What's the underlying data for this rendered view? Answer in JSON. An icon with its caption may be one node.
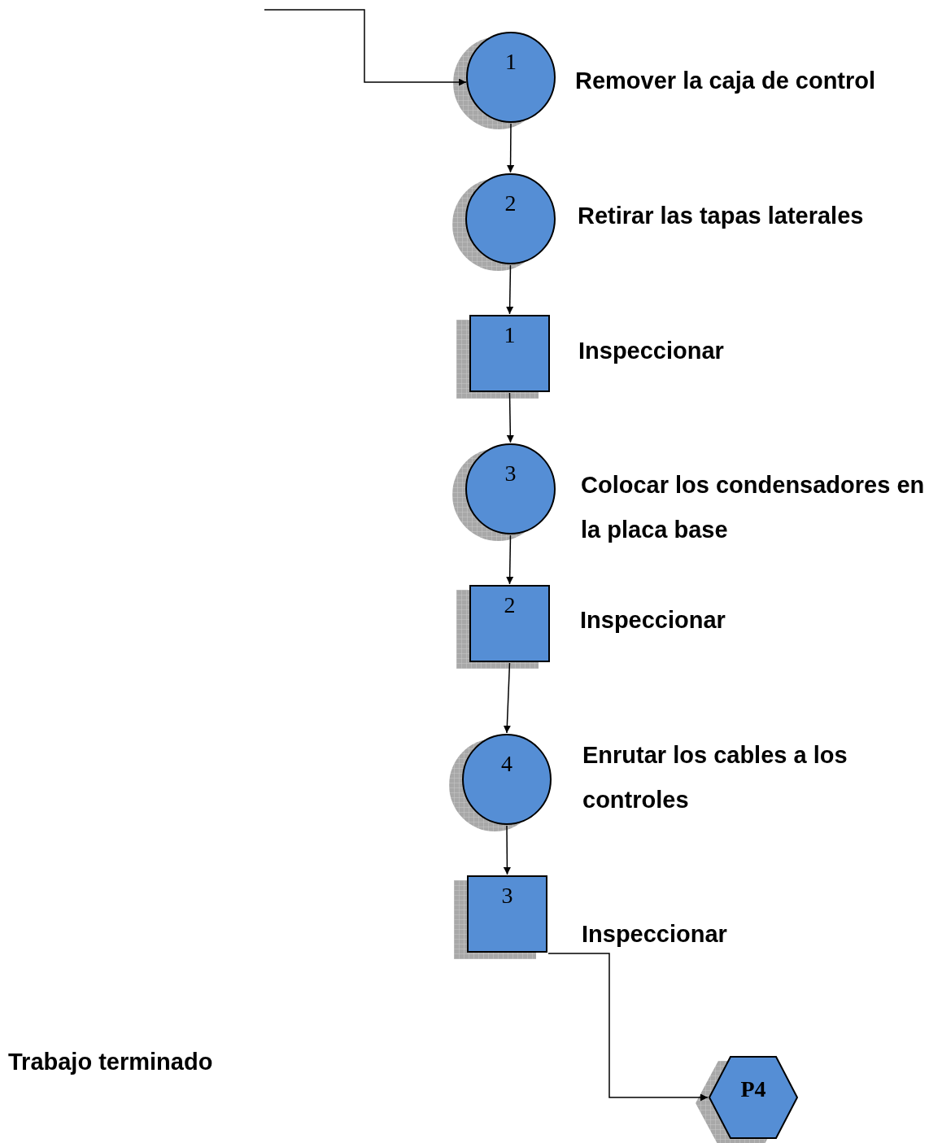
{
  "diagram": {
    "nodes": [
      {
        "text": [
          "1"
        ],
        "beside": [
          "Remover la caja de control"
        ]
      },
      {
        "text": [
          "2"
        ],
        "beside": [
          "Retirar las tapas laterales"
        ]
      },
      {
        "text": [
          "1"
        ],
        "beside": [
          "Inspeccionar"
        ]
      },
      {
        "text": [
          "3"
        ],
        "beside": [
          "Colocar los condensadores en la placa base"
        ]
      },
      {
        "text": [
          "2"
        ],
        "beside": [
          "Inspeccionar"
        ]
      },
      {
        "text": [
          "4"
        ],
        "beside": [
          "Enrutar los cables a los controles"
        ]
      },
      {
        "text": [
          "3"
        ],
        "beside": [
          "Inspeccionar"
        ]
      },
      {
        "text": [
          "P4"
        ]
      }
    ],
    "edges": [
      {
        "from": null,
        "to": 0,
        "arrow": "to"
      },
      {
        "from": 0,
        "to": 1,
        "arrow": "to"
      },
      {
        "from": 1,
        "to": 2,
        "arrow": "to"
      },
      {
        "from": 2,
        "to": 3,
        "arrow": "to"
      },
      {
        "from": 3,
        "to": 4,
        "arrow": "to"
      },
      {
        "from": 4,
        "to": 5,
        "arrow": "to"
      },
      {
        "from": 5,
        "to": 6,
        "arrow": "to"
      },
      {
        "from": 6,
        "to": 7,
        "arrow": "to"
      }
    ],
    "labels": [
      "Trabajo terminado"
    ]
  }
}
